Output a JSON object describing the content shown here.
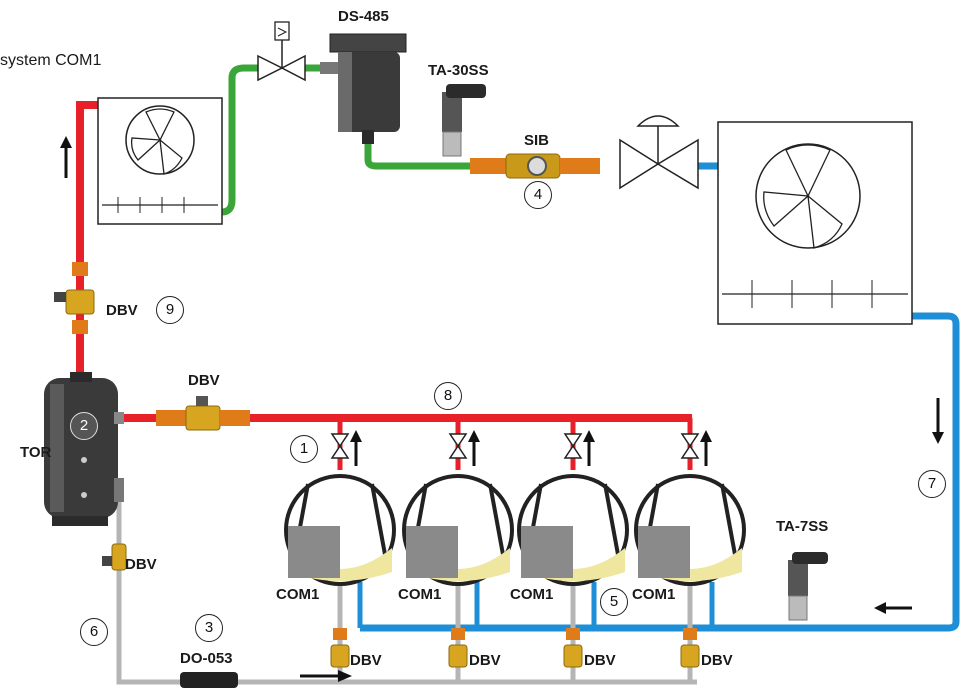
{
  "labels": {
    "system": "system COM1",
    "ds485": "DS-485",
    "ta30ss": "TA-30SS",
    "sib": "SIB",
    "tor": "TOR",
    "dbv": "DBV",
    "com1": "COM1",
    "ta7ss": "TA-7SS",
    "do053": "DO-053"
  },
  "numbers": {
    "n1": "1",
    "n2": "2",
    "n3": "3",
    "n4": "4",
    "n5": "5",
    "n6": "6",
    "n7": "7",
    "n8": "8",
    "n9": "9"
  },
  "colors": {
    "discharge": "#e8202a",
    "liquid": "#3aa63a",
    "suction": "#1e8fd6",
    "oil": "#b5b5b5",
    "fitting": "#e07b1a",
    "body": "#2b2b2b"
  }
}
